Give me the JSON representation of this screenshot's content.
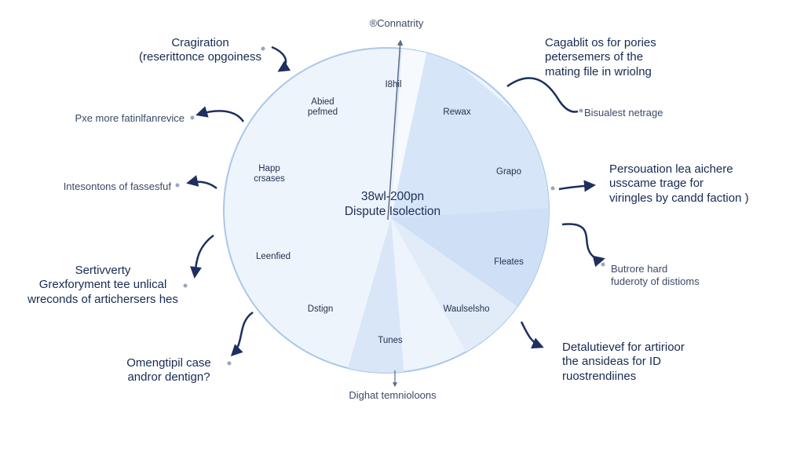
{
  "center": {
    "line1": "38wl-200pn",
    "line2": "Dispute Isolection"
  },
  "segments": [
    {
      "id": "top-mark",
      "label": "I8hil"
    },
    {
      "id": "abied",
      "label": "Abied pefmed"
    },
    {
      "id": "rewax",
      "label": "Rewax"
    },
    {
      "id": "happ",
      "label": "Happ crsases"
    },
    {
      "id": "grapo",
      "label": "Grapo"
    },
    {
      "id": "leenfied",
      "label": "Leenfied"
    },
    {
      "id": "fleates",
      "label": "Fleates"
    },
    {
      "id": "dstign",
      "label": "Dstign"
    },
    {
      "id": "waulselsho",
      "label": "Waulselsho"
    },
    {
      "id": "tunes",
      "label": "Tunes"
    }
  ],
  "annotations": {
    "top": "Connatrity",
    "top_icon": "®",
    "bottom": "Dighat temnioloons",
    "left": [
      {
        "lines": [
          "Cragiration",
          "(reserittonce opgoiness"
        ]
      },
      {
        "lines": [
          "Pxe more fatinlfanrevice"
        ]
      },
      {
        "lines": [
          "Intesontons of fassesfuf"
        ]
      },
      {
        "lines": [
          "Sertivverty",
          "Grexforyment tee unlical",
          "wreconds of artichersers hes"
        ]
      },
      {
        "lines": [
          "Omengtipil case",
          "andror dentign?"
        ]
      }
    ],
    "right": [
      {
        "lines": [
          "Cagablit os for pories",
          "petersemers of the",
          "mating file in wriolng"
        ]
      },
      {
        "lines": [
          "Bisualest netrage"
        ]
      },
      {
        "lines": [
          "Persouation lea aichere",
          "usscame trage for",
          "viringles by candd faction )"
        ]
      },
      {
        "lines": [
          "Butrore hard",
          "fuderoty of distioms"
        ]
      },
      {
        "lines": [
          "Detalutievef for artirioor",
          "the ansideas for ID",
          "ruostrendiines"
        ]
      }
    ]
  },
  "colors": {
    "circle_fill": "#eef4fc",
    "circle_stroke": "#a9c8ea",
    "wedge_light": "#dce8f8",
    "wedge_mid": "#cfe0f6",
    "arrow": "#1d2f5e",
    "text_dark": "#162a52"
  }
}
